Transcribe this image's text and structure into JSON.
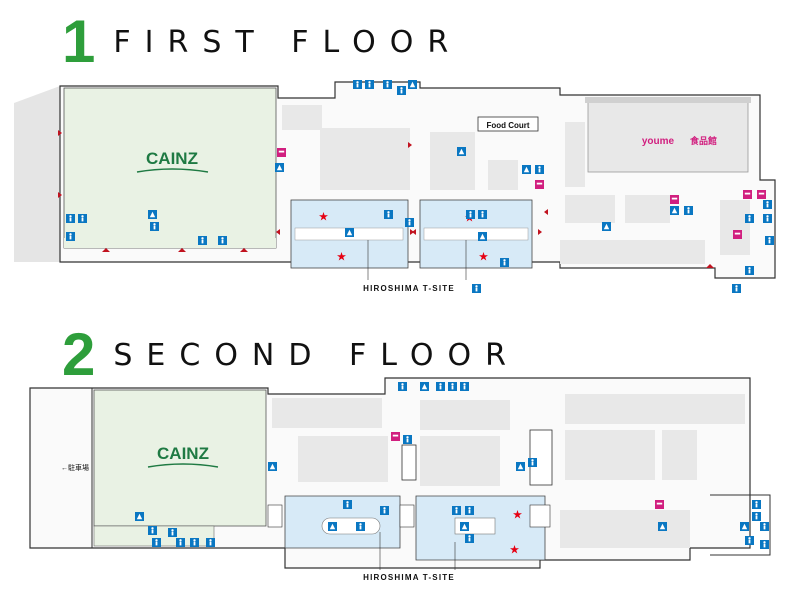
{
  "floors": [
    {
      "number": "1",
      "title": "FIRST FLOOR",
      "anchor": "CAINZ",
      "food_court": "Food Court",
      "supermarket_brand": "youme",
      "supermarket_suffix": "食品館",
      "tsite": "HIROSHIMA T-SITE"
    },
    {
      "number": "2",
      "title": "SECOND FLOOR",
      "anchor": "CAINZ",
      "parking": "←駐車場",
      "tsite": "HIROSHIMA T-SITE"
    }
  ],
  "colors": {
    "floor_number": "#2e9e3b",
    "cainz_green": "#1f7a43",
    "cainz_bg": "#e9f2e4",
    "tsite_blue": "#d7eaf7",
    "store_gray": "#e8e8e8",
    "youme_pink": "#d11f7f",
    "icon_blue": "#0a77c2",
    "star_red": "#e60012",
    "arrow_red": "#c1121f"
  }
}
